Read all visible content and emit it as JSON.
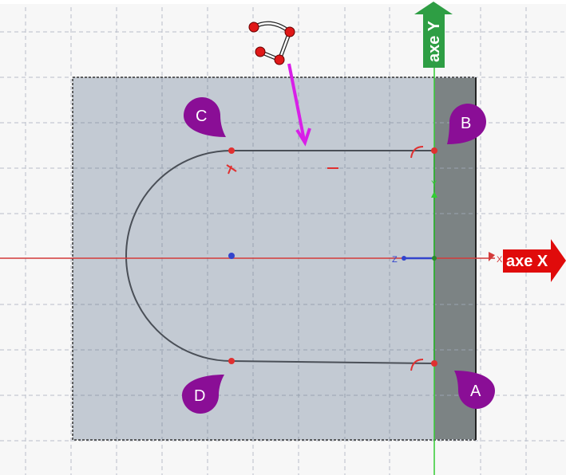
{
  "axes": {
    "x_label": "axe X",
    "y_label": "axe Y",
    "x_small": "X",
    "y_small": "Y",
    "z_small": "Z"
  },
  "points": {
    "a": "A",
    "b": "B",
    "c": "C",
    "d": "D"
  },
  "colors": {
    "x_axis": "#e00b0b",
    "y_axis": "#2e9e44",
    "marker": "#8a0e96",
    "arrow": "#d81fe8",
    "face": "#c3cad3",
    "face_dark": "#7c8384"
  },
  "icons": {
    "tool": "sketch-profile-icon"
  }
}
